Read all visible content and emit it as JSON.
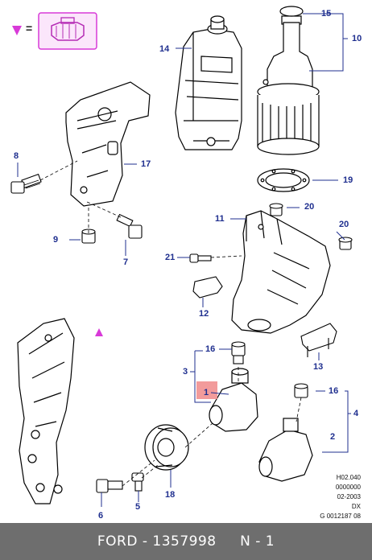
{
  "legend": {
    "marker_icon": "magenta-triangle-icon",
    "equals_sign": "=",
    "badge_icon": "pump-assembly-icon",
    "accent_color": "#d83ad8"
  },
  "callouts": {
    "c15": "15",
    "c10": "10",
    "c14": "14",
    "c8": "8",
    "c17": "17",
    "c19": "19",
    "c20a": "20",
    "c11": "11",
    "c20b": "20",
    "c9": "9",
    "c7": "7",
    "c21": "21",
    "c12": "12",
    "c13": "13",
    "c16a": "16",
    "c3": "3",
    "c1": "1",
    "c16b": "16",
    "c4": "4",
    "c2": "2",
    "c6": "6",
    "c5": "5",
    "c18": "18"
  },
  "codes": {
    "line1": "H02.040",
    "line2": "0000000",
    "line3": "02-2003",
    "line4": "DX",
    "line5": "G 0012187 08"
  },
  "footer": {
    "text": "FORD - 1357998     N - 1"
  }
}
